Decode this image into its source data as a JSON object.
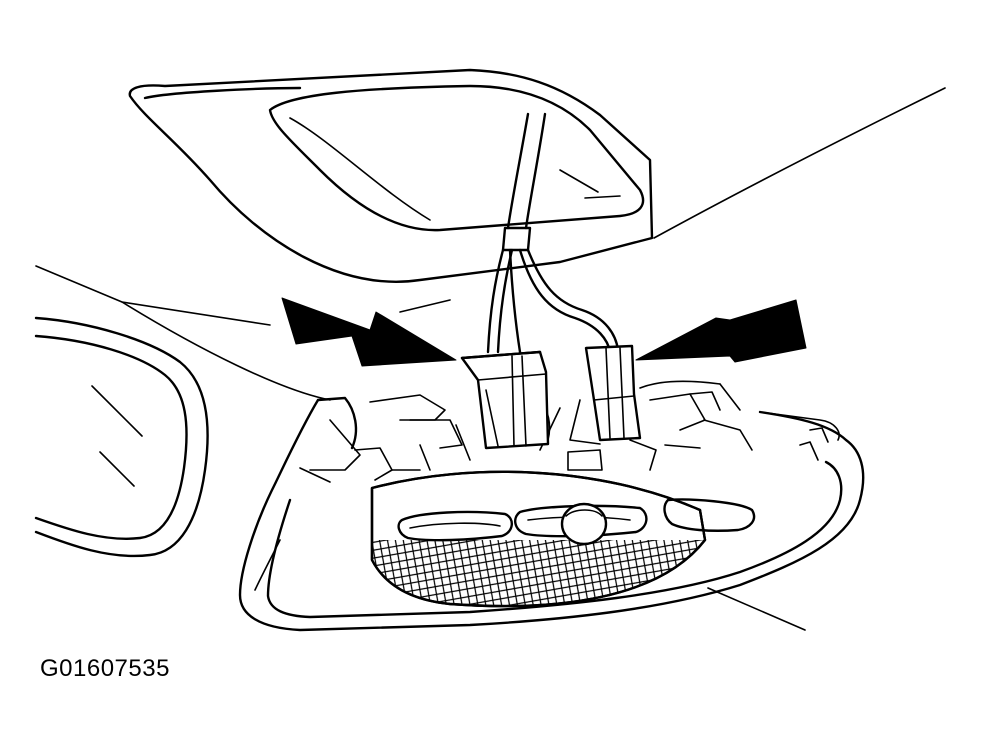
{
  "figure": {
    "id_code": "G01607535"
  },
  "colors": {
    "ink": "#000000",
    "paper": "#ffffff"
  },
  "callouts": [
    {
      "name": "arrow-left",
      "points_to": "left-connector"
    },
    {
      "name": "arrow-right",
      "points_to": "right-connector"
    }
  ]
}
